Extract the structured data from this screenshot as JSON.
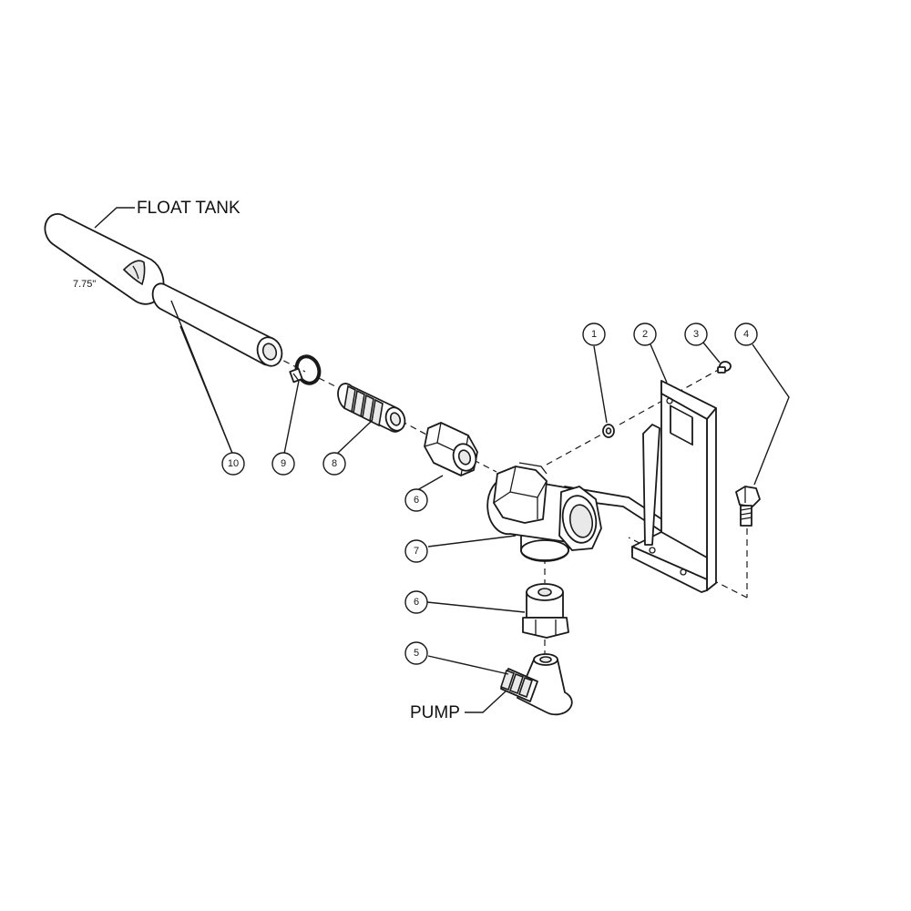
{
  "labels": {
    "float_tank": "FLOAT TANK",
    "pump": "PUMP",
    "length": "7.75\""
  },
  "balloons": {
    "b1": "1",
    "b2": "2",
    "b3": "3",
    "b4": "4",
    "b5": "5",
    "b6_top": "6",
    "b6_bottom": "6",
    "b7": "7",
    "b8": "8",
    "b9": "9",
    "b10": "10"
  }
}
